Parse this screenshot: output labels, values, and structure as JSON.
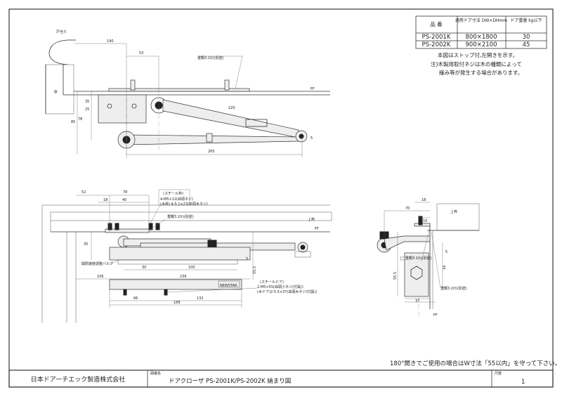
{
  "spec_table": {
    "headers": [
      "品 番",
      "適用ドア寸法 DW×DHmm",
      "ドア重量 kg以下"
    ],
    "rows": [
      [
        "PS-2001K",
        "800×1800",
        "30"
      ],
      [
        "PS-2002K",
        "900×2100",
        "45"
      ]
    ]
  },
  "notes": {
    "line1": "本図はストップ付,左開きを示す。",
    "line2": "注)木製用取付ネジは木の種類によって",
    "line3": "緩み等が発生する場合があります。"
  },
  "bottom_note": "180°開きでご使用の場合はW寸法「55以内」を守って下さい。",
  "title_block": {
    "company": "日本ドアーチエック製造株式会社",
    "name_label": "図番名",
    "drawing_title": "ドアクローザ PS-2001K/PS-2002K 納まり図",
    "sheet_label": "尺度",
    "sheet_value": "1"
  },
  "top_view": {
    "dims": {
      "d140": "140",
      "d53": "53",
      "d35": "35",
      "d25": "25",
      "d85": "85",
      "d78": "78",
      "d220": "220",
      "d265": "265",
      "d5": "5"
    },
    "labels": {
      "door_stop": "戸当り",
      "frame": "枠",
      "ff": "FF",
      "bracket": "重鋼3.2(t)(別途)"
    }
  },
  "front_view": {
    "dims": {
      "d52": "52",
      "d78": "78",
      "d18": "18",
      "d40": "40",
      "d35": "35",
      "d30": "30",
      "d100": "100",
      "d106": "106",
      "d236": "236",
      "d66": "66",
      "d132": "132",
      "d188": "188",
      "d555": "55.5",
      "d5": "5"
    },
    "labels": {
      "screw_box": "(スチール枠)",
      "screw1": "4-M5×12(皿頭ネジ)",
      "screw2": "(木枠) 4-5.1×23(皿頭木ネジ)",
      "bracket": "重鋼3.2(t)(別途)",
      "valve": "開閉速度調整バルブ",
      "nameplate": "NEWSTAR",
      "screw_door0": "(スチールドア)",
      "screw_door1": "2-M5×55(皿頭小ネジ(付属))",
      "screw_door2": "(木ドア)2-5.5×37(皿頭木ネジ(付属))",
      "top_ff": "上枠",
      "ff": "FF"
    }
  },
  "side_view": {
    "dims": {
      "d18": "18",
      "d70": "70",
      "d10": "10",
      "d555": "55.5",
      "d37": "37",
      "d16": "16",
      "d5": "5"
    },
    "labels": {
      "top_frame": "上枠",
      "bracket1": "重鋼3.2(t)(別途)",
      "bracket2": "重鋼3.2(t)(別途)",
      "ff": "FF"
    }
  }
}
